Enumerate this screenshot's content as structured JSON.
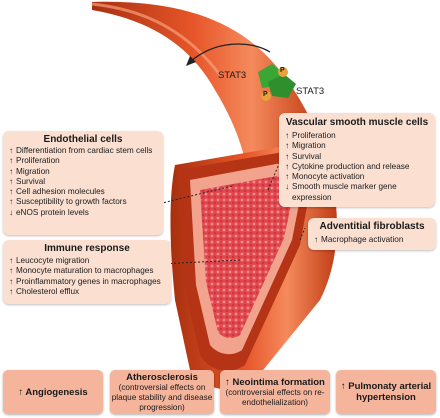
{
  "stat3": {
    "label_left": "STAT3",
    "label_right": "STAT3",
    "phospho_label": "P"
  },
  "endothelial": {
    "title": "Endothelial cells",
    "items": [
      {
        "arrow": "↑",
        "text": "Differentiation from cardiac stem cells"
      },
      {
        "arrow": "↑",
        "text": "Proliferation"
      },
      {
        "arrow": "↑",
        "text": "Migration"
      },
      {
        "arrow": "↑",
        "text": "Survival"
      },
      {
        "arrow": "↑",
        "text": "Cell adhesion molecules"
      },
      {
        "arrow": "↑",
        "text": "Susceptibility to growth factors"
      },
      {
        "arrow": "↓",
        "text": "eNOS protein levels"
      }
    ]
  },
  "vsmc": {
    "title": "Vascular smooth muscle cells",
    "items": [
      {
        "arrow": "↑",
        "text": "Proliferation"
      },
      {
        "arrow": "↑",
        "text": "Migration"
      },
      {
        "arrow": "↑",
        "text": "Survival"
      },
      {
        "arrow": "↑",
        "text": "Cytokine production and release"
      },
      {
        "arrow": "↑",
        "text": "Monocyte activation"
      },
      {
        "arrow": "↓",
        "text": "Smooth muscle marker gene expression"
      }
    ]
  },
  "immune": {
    "title": "Immune response",
    "items": [
      {
        "arrow": "↑",
        "text": "Leucocyte migration"
      },
      {
        "arrow": "↑",
        "text": "Monocyte maturation to macrophages"
      },
      {
        "arrow": "↑",
        "text": "Proinflammatory genes in macrophages"
      },
      {
        "arrow": "↑",
        "text": "Cholesterol efflux"
      }
    ]
  },
  "adventitial": {
    "title": "Adventitial fibroblasts",
    "items": [
      {
        "arrow": "↑",
        "text": "Macrophage activation"
      }
    ]
  },
  "outcomes": [
    {
      "title": "↑ Angiogenesis",
      "sub": ""
    },
    {
      "title": "Atherosclerosis",
      "sub": "(controversial effects on plaque stability and disease progression)"
    },
    {
      "title": "↑ Neointima formation",
      "sub": "(controversial effects on re-endothelialization)"
    },
    {
      "title": "↑ Pulmonaty arterial hypertension",
      "sub": ""
    }
  ],
  "colors": {
    "vessel_outer": "#d9471f",
    "vessel_highlight": "#f07a4a",
    "vessel_dark": "#9e2a0e",
    "lumen": "#e04a4a",
    "box_bg": "#fbe0d2",
    "outcome_bg": "#f4b59c",
    "stat3_green": "#3aa635",
    "phospho_orange": "#e8a23a"
  }
}
